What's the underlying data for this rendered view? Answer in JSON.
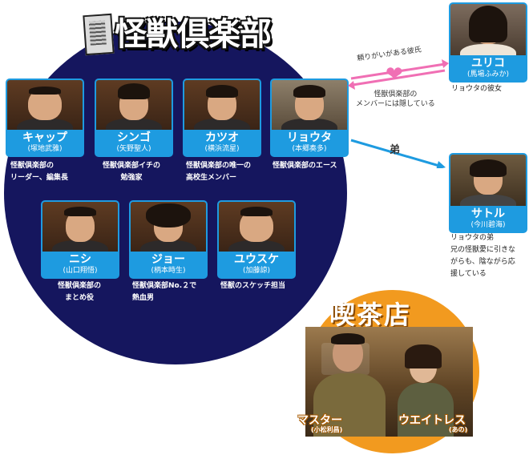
{
  "club": {
    "title": "怪獣倶楽部",
    "members": [
      {
        "name": "キャップ",
        "actor": "(塚地武雅)",
        "desc": [
          "怪獣倶楽部の",
          "リーダー、編集長"
        ]
      },
      {
        "name": "シンゴ",
        "actor": "(矢野聖人)",
        "desc": [
          "怪獣倶楽部イチの",
          "勉強家"
        ]
      },
      {
        "name": "カツオ",
        "actor": "(横浜流星)",
        "desc": [
          "怪獣倶楽部の唯一の",
          "高校生メンバー"
        ]
      },
      {
        "name": "リョウタ",
        "actor": "(本郷奏多)",
        "desc": [
          "怪獣倶楽部のエース"
        ]
      },
      {
        "name": "ニシ",
        "actor": "(山口翔悟)",
        "desc": [
          "怪獣倶楽部の",
          "まとめ役"
        ]
      },
      {
        "name": "ジョー",
        "actor": "(柄本時生)",
        "desc": [
          "怪獣倶楽部No.２で",
          "熱血男"
        ]
      },
      {
        "name": "ユウスケ",
        "actor": "(加藤諒)",
        "desc": [
          "怪獣のスケッチ担当"
        ]
      }
    ]
  },
  "yuriko": {
    "name": "ユリコ",
    "actor": "(馬場ふみか)",
    "desc": [
      "リョウタの彼女"
    ]
  },
  "satoru": {
    "name": "サトル",
    "actor": "(今川碧海)",
    "desc": [
      "リョウタの弟",
      "兄の怪獣愛に引きな",
      "がらも、陰ながら応",
      "援している"
    ]
  },
  "relations": {
    "to_yuriko": "頼りがいがある彼氏",
    "from_yuriko": [
      "怪獣倶楽部の",
      "メンバーには隠している"
    ],
    "brother": "弟"
  },
  "cafe": {
    "title": "喫茶店",
    "master": {
      "role": "マスター",
      "actor": "(小松利昌)"
    },
    "waitress": {
      "role": "ウエイトレス",
      "actor": "(あの)"
    }
  },
  "colors": {
    "navy": "#15165e",
    "blue": "#1e9be0",
    "orange": "#f29a1f",
    "pink": "#f06fb4"
  }
}
